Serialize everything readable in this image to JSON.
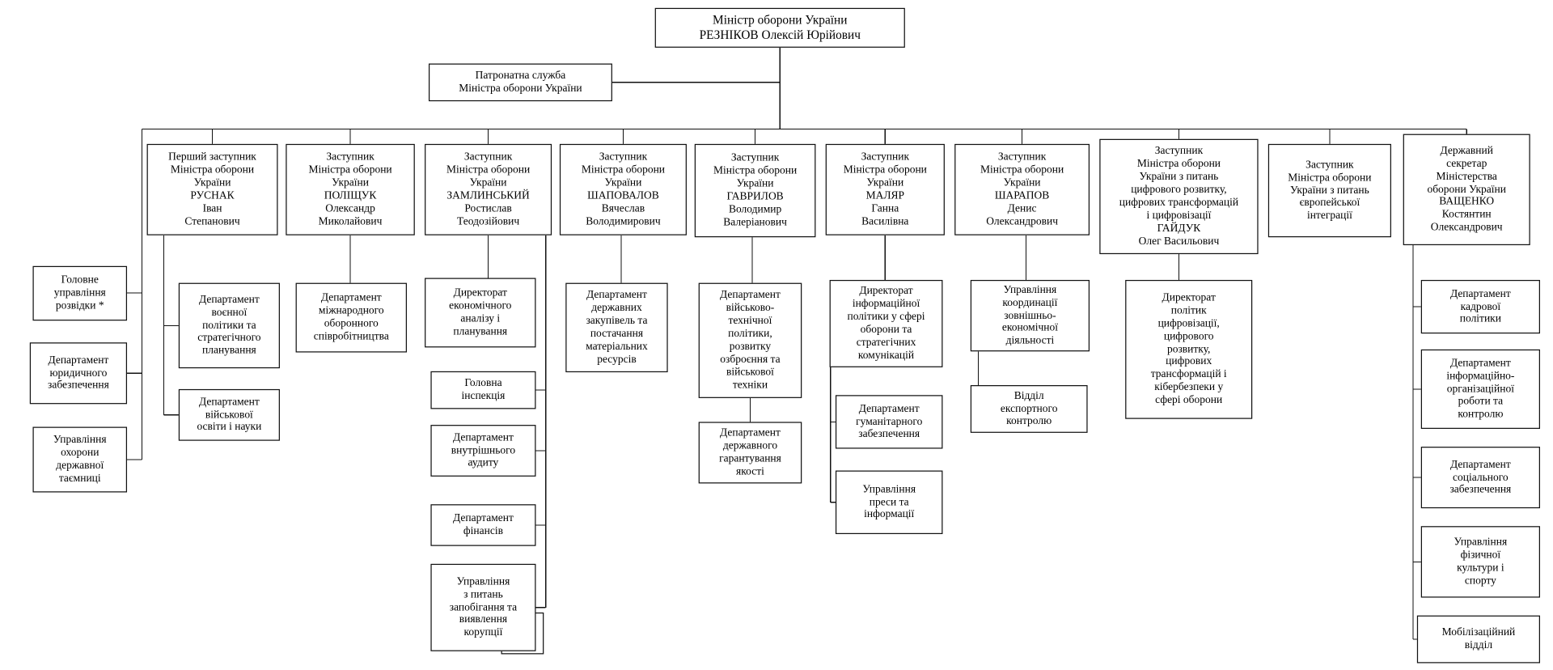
{
  "nodes": {
    "minister": "Міністр оборони України\nРЕЗНІКОВ Олексій Юрійович",
    "patronage_service": "Патронатна служба\nМіністра оборони України",
    "intel_directorate": "Головне\nуправління\nрозвідки *",
    "legal_department": "Департамент\nюридичного\nзабезпечення",
    "state_secrets": "Управління\nохорони\nдержавної\nтаємниці",
    "deputy_rusnak": "Перший заступник\nМіністра оборони\nУкраїни\nРУСНАК\nІван\nСтепанович",
    "deputy_polishchuk": "Заступник\nМіністра оборони\nУкраїни\nПОЛІЩУК\nОлександр\nМиколайович",
    "deputy_zamlynskyi": "Заступник\nМіністра оборони\nУкраїни\nЗАМЛИНСЬКИЙ\nРостислав\nТеодозійович",
    "deputy_shapovalov": "Заступник\nМіністра оборони\nУкраїни\nШАПОВАЛОВ\nВячеслав\nВолодимирович",
    "deputy_havrylov": "Заступник\nМіністра оборони\nУкраїни\nГАВРИЛОВ\nВолодимир\nВалеріанович",
    "deputy_maliar": "Заступник\nМіністра оборони\nУкраїни\nМАЛЯР\nГанна\nВасилівна",
    "deputy_sharapov": "Заступник\nМіністра оборони\nУкраїни\nШАРАПОВ\nДенис\nОлександрович",
    "deputy_haiduk": "Заступник\nМіністра оборони\nУкраїни з питань\nцифрового розвитку,\nцифрових трансформацій\nі цифровізації\nГАЙДУК\nОлег Васильович",
    "deputy_eu": "Заступник\nМіністра оборони\nУкраїни з питань\nєвропейської\nінтеграції",
    "state_secretary": "Державний\nсекретар\nМіністерства\nоборони України\nВАЩЕНКО\nКостянтин\nОлександрович",
    "dep_military_policy": "Департамент\nвоєнної\nполітики та\nстратегічного\nпланування",
    "dep_military_education": "Департамент\nвійськової\nосвіти і науки",
    "dep_intl_cooperation": "Департамент\nміжнародного\nоборонного\nспівробітництва",
    "dir_economic": "Директорат\nекономічного\nаналізу і\nпланування",
    "main_inspection": "Головна\nінспекція",
    "dep_internal_audit": "Департамент\nвнутрішнього\nаудиту",
    "dep_finance": "Департамент\nфінансів",
    "anticorruption": "Управління\nз питань\nзапобігання та\nвиявлення\nкорупції",
    "dep_procurement": "Департамент\nдержавних\nзакупівель та\nпостачання\nматеріальних\nресурсів",
    "dep_miltech": "Департамент\nвійськово-\nтехнічної\nполітики,\nрозвитку\nозброєння та\nвійськової\nтехніки",
    "dep_quality": "Департамент\nдержавного\nгарантування\nякості",
    "dir_info_policy": "Директорат\nінформаційної\nполітики у сфері\nоборони та\nстратегічних\nкомунікацій",
    "dep_humanitarian": "Департамент\nгуманітарного\nзабезпечення",
    "press_unit": "Управління\nпреси та\nінформації",
    "foreign_econ_unit": "Управління\nкоординації\nзовнішньо-\nекономічної\nдіяльності",
    "export_control": "Відділ\nекспортного\nконтролю",
    "dir_digital": "Директорат\nполітик\nцифровізації,\nцифрового\nрозвитку,\nцифрових\nтрансформацій і\nкібербезпеки у\nсфері оборони",
    "dep_hr": "Департамент\nкадрової\nполітики",
    "dep_info_org": "Департамент\nінформаційно-\nорганізаційної\nроботи та\nконтролю",
    "dep_social": "Департамент\nсоціального\nзабезпечення",
    "sport_unit": "Управління\nфізичної\nкультури і\nспорту",
    "mobilization": "Мобілізаційний\nвідділ"
  },
  "hierarchy": {
    "minister": [
      "patronage_service",
      "intel_directorate",
      "legal_department",
      "state_secrets",
      "deputy_rusnak",
      "deputy_polishchuk",
      "deputy_zamlynskyi",
      "deputy_shapovalov",
      "deputy_havrylov",
      "deputy_maliar",
      "deputy_sharapov",
      "deputy_haiduk",
      "deputy_eu",
      "state_secretary"
    ],
    "deputy_rusnak": [
      "dep_military_policy",
      "dep_military_education"
    ],
    "deputy_polishchuk": [
      "dep_intl_cooperation"
    ],
    "deputy_zamlynskyi": [
      "dir_economic",
      "main_inspection",
      "dep_internal_audit",
      "dep_finance",
      "anticorruption"
    ],
    "deputy_shapovalov": [
      "dep_procurement"
    ],
    "deputy_havrylov": [
      "dep_miltech",
      "dep_quality"
    ],
    "deputy_maliar": [
      "dir_info_policy",
      "dep_humanitarian",
      "press_unit"
    ],
    "deputy_sharapov": [
      "foreign_econ_unit",
      "export_control"
    ],
    "deputy_haiduk": [
      "dir_digital"
    ],
    "state_secretary": [
      "dep_hr",
      "dep_info_org",
      "dep_social",
      "sport_unit",
      "mobilization"
    ]
  }
}
